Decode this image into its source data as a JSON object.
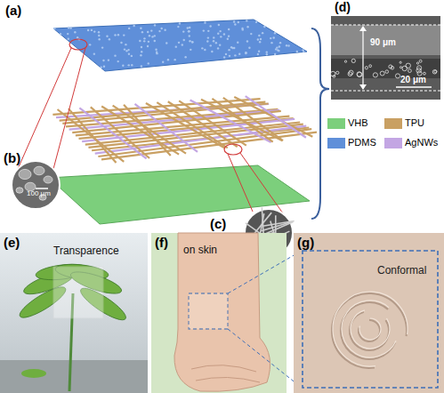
{
  "diagram": {
    "labels": [
      "(a)",
      "(b)",
      "100 μm",
      "(c)",
      "(d)",
      "90 μm",
      "20 μm",
      "(e)",
      "Transparence",
      "(f)",
      "on skin",
      "(g)",
      "Conformal"
    ],
    "legend": [
      {
        "text": "VHB",
        "color": "#7ccf7c"
      },
      {
        "text": "TPU",
        "color": "#c9a063"
      },
      {
        "text": "PDMS",
        "color": "#5f8fd9"
      },
      {
        "text": "AgNWs",
        "color": "#c3a6e3"
      }
    ]
  }
}
